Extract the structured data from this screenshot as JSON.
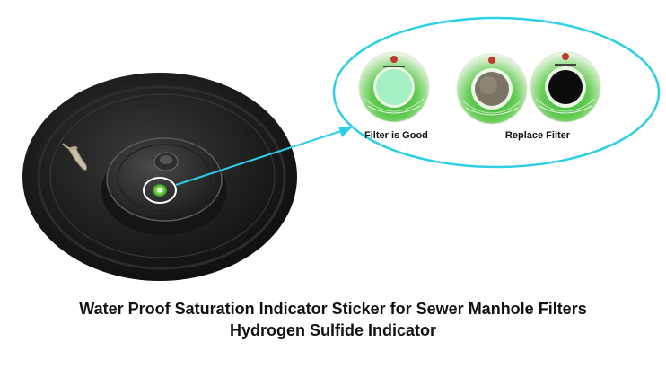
{
  "callout": {
    "good_label": "Filter is Good",
    "replace_label": "Replace Filter"
  },
  "title": {
    "line1": "Water Proof Saturation Indicator Sticker for Sewer Manhole Filters",
    "line2": "Hydrogen Sulfide Indicator"
  },
  "colors": {
    "callout_outline": "#2ccfe6",
    "indicator_good": "#a4f0c3",
    "indicator_partial": "#7a7466",
    "indicator_saturated": "#0c0c0c",
    "sticker_glow": "#45c23b",
    "manhole_rubber": "#1c1c1c"
  }
}
